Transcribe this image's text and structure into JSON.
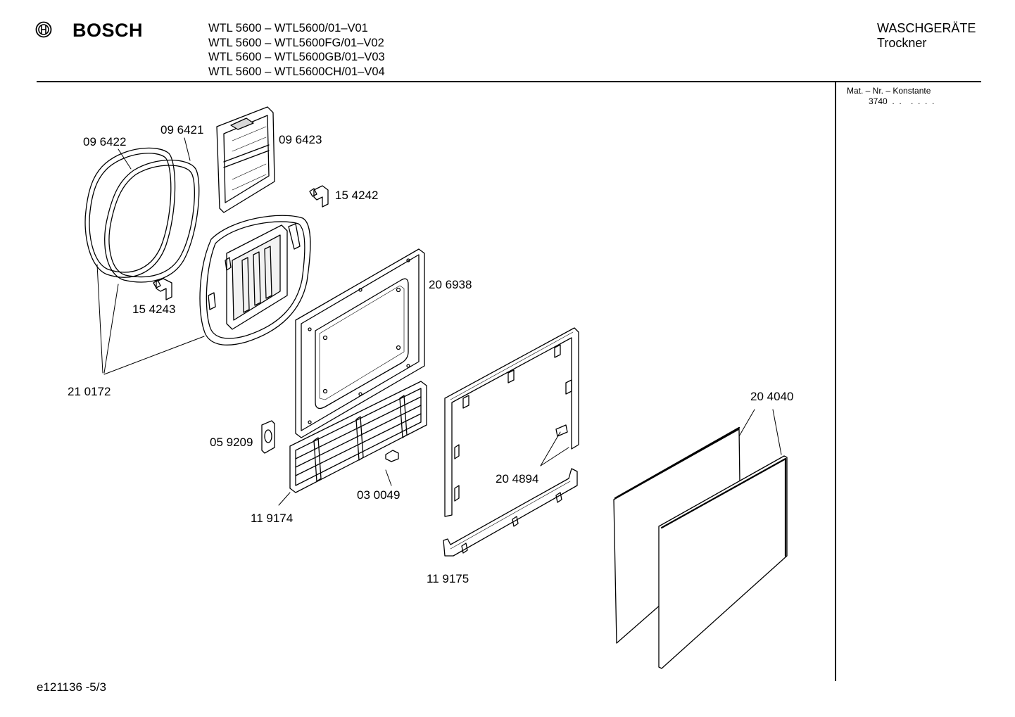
{
  "header": {
    "brand": "BOSCH",
    "models": [
      "WTL 5600 – WTL5600/01–V01",
      "WTL 5600 – WTL5600FG/01–V02",
      "WTL 5600 – WTL5600GB/01–V03",
      "WTL 5600 – WTL5600CH/01–V04"
    ],
    "category": "WASCHGERÄTE",
    "subcategory": "Trockner"
  },
  "side_panel": {
    "label": "Mat. – Nr. – Konstante",
    "value": "3740  .  .    .  .  .  ."
  },
  "parts": {
    "p096422": "09 6422",
    "p096421": "09 6421",
    "p096423": "09 6423",
    "p154242": "15 4242",
    "p154243": "15 4243",
    "p206938": "20 6938",
    "p210172": "21 0172",
    "p059209": "05 9209",
    "p119174": "11 9174",
    "p030049": "03 0049",
    "p204894": "20 4894",
    "p204040": "20 4040",
    "p119175": "11 9175"
  },
  "footer": {
    "code": "e121136 -5/3"
  }
}
